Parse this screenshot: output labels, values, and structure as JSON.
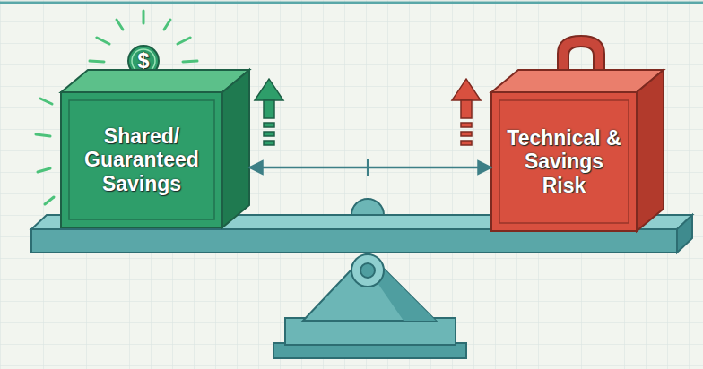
{
  "diagram": {
    "nodes": [
      {
        "text": [
          "$"
        ]
      },
      {
        "text": [
          "Shared/ Guaranteed Savings"
        ]
      },
      {
        "text": [
          "Technical & Savings Risk"
        ]
      }
    ],
    "edges": [
      {
        "from": 1,
        "to": 2,
        "arrow": "both"
      }
    ]
  }
}
